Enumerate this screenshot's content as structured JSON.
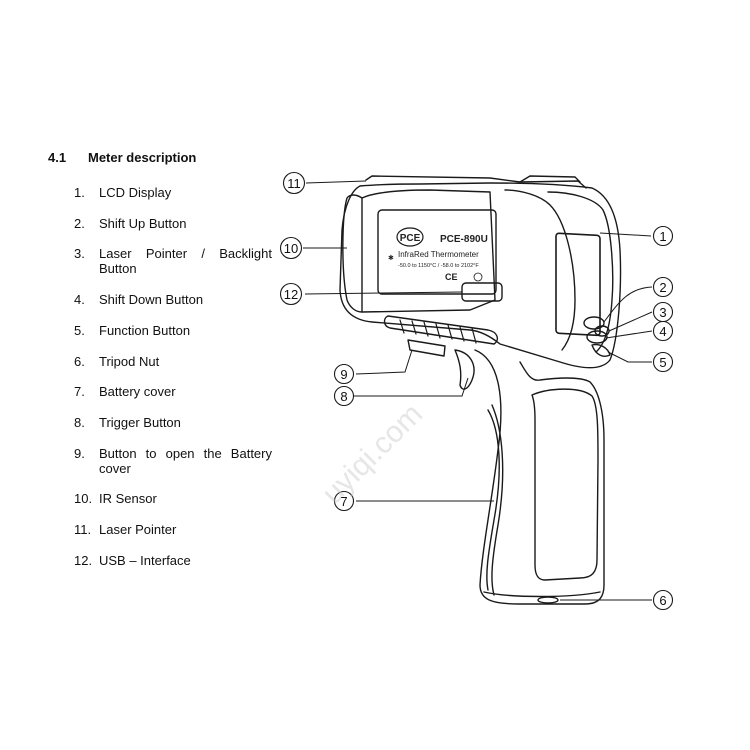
{
  "section": {
    "number": "4.1",
    "title": "Meter description"
  },
  "items": [
    {
      "n": "1.",
      "text": "LCD Display"
    },
    {
      "n": "2.",
      "text": "Shift Up Button"
    },
    {
      "n": "3.",
      "text": "Laser Pointer / Backlight Button"
    },
    {
      "n": "4.",
      "text": "Shift Down Button"
    },
    {
      "n": "5.",
      "text": "Function Button"
    },
    {
      "n": "6.",
      "text": "Tripod Nut"
    },
    {
      "n": "7.",
      "text": "Battery cover"
    },
    {
      "n": "8.",
      "text": "Trigger Button"
    },
    {
      "n": "9.",
      "text": "Button to open the Battery cover"
    },
    {
      "n": "10.",
      "text": "IR Sensor"
    },
    {
      "n": "11.",
      "text": "Laser Pointer"
    },
    {
      "n": "12.",
      "text": "USB – Interface"
    }
  ],
  "device": {
    "brand": "PCE",
    "model": "PCE-890U",
    "subtitle": "InfraRed Thermometer",
    "range": "-50.0 to 1150°C / -58.0 to 2102°F",
    "mark": "CE"
  },
  "callouts": [
    "1",
    "2",
    "3",
    "4",
    "5",
    "6",
    "7",
    "8",
    "9",
    "10",
    "11",
    "12"
  ],
  "watermark": "uyiqi.com"
}
